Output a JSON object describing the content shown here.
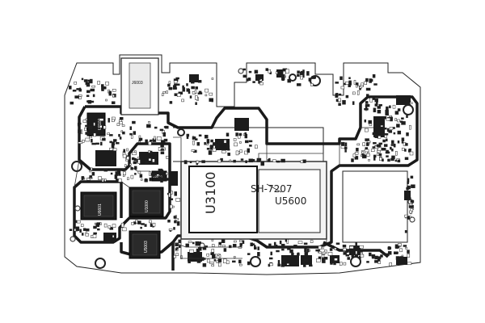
{
  "labels": {
    "j6003": "J6003",
    "u1100": "U1100",
    "u6601": "U6601",
    "u1000": "U1000",
    "u2800": "U2800",
    "u5003": "U5003",
    "u3100": "U3100",
    "u5600": "U5600",
    "sh7207": "SH-7207"
  }
}
